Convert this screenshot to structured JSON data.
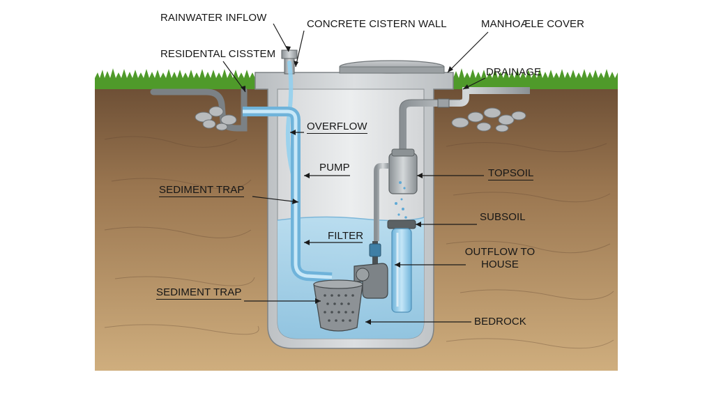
{
  "labels": {
    "rainwater_inflow": "RAINWATER INFLOW",
    "concrete_cistern_wall": "CONCRETE CISTERN WALL",
    "manhole_cover": "MANHOÆLE COVER",
    "residential_cistern": "RESIDENTAL CISSTEM",
    "drainage": "DRAINAGE",
    "overflow": "OVERFLOW",
    "pump": "PUMP",
    "topsoil": "TOPSOIL",
    "sediment_trap_upper": "SEDIMENT TRAP",
    "subsoil": "SUBSOIL",
    "filter": "FILTER",
    "outflow_line1": "OUTFLOW TO",
    "outflow_line2": "HOUSE",
    "sediment_trap_lower": "SEDIMENT TRAP",
    "bedrock": "BEDROCK"
  },
  "colors": {
    "grass": "#4f9a2a",
    "soil_top": "#7a5a3c",
    "soil_bottom": "#c9a776",
    "concrete": "#cfd2d4",
    "water": "#a9d3ea",
    "pipe": "#9fd2ee",
    "label_text": "#161616"
  }
}
